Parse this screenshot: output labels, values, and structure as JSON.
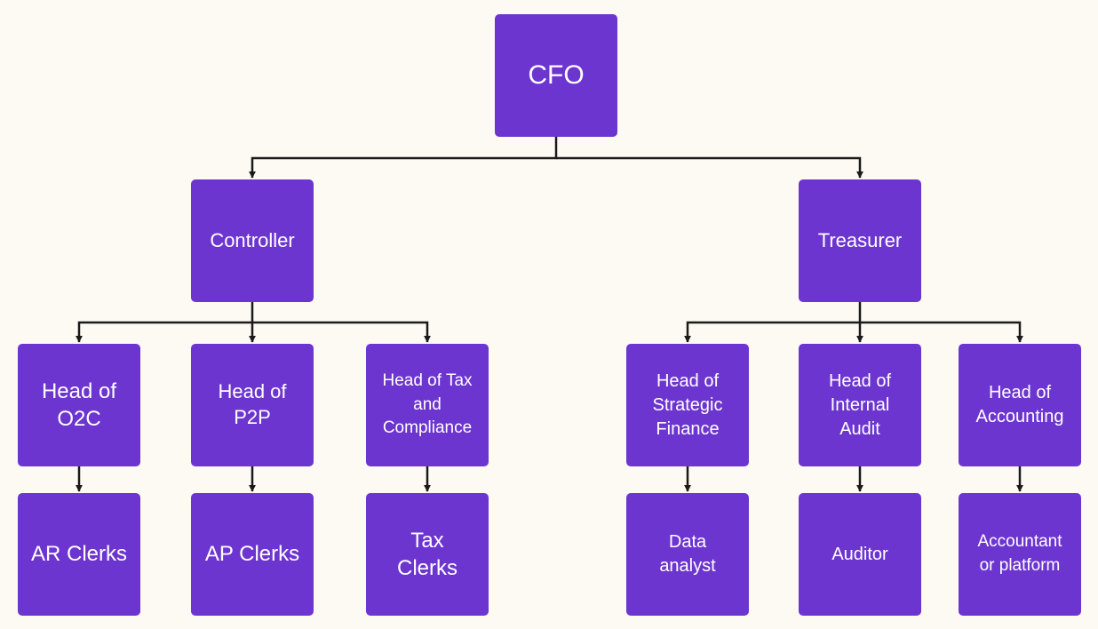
{
  "colors": {
    "background": "#fdfaf3",
    "node_fill": "#6d35d0",
    "node_text": "#ffffff",
    "connector": "#1a1a1a"
  },
  "nodes": {
    "cfo": "CFO",
    "controller": "Controller",
    "treasurer": "Treasurer",
    "head_o2c": "Head of\nO2C",
    "head_p2p": "Head of\nP2P",
    "head_tax": "Head of Tax\nand\nCompliance",
    "head_strategic": "Head of\nStrategic\nFinance",
    "head_audit": "Head of\nInternal\nAudit",
    "head_accounting": "Head of\nAccounting",
    "ar_clerks": "AR Clerks",
    "ap_clerks": "AP Clerks",
    "tax_clerks": "Tax\nClerks",
    "data_analyst": "Data\nanalyst",
    "auditor": "Auditor",
    "accountant": "Accountant\nor platform"
  }
}
